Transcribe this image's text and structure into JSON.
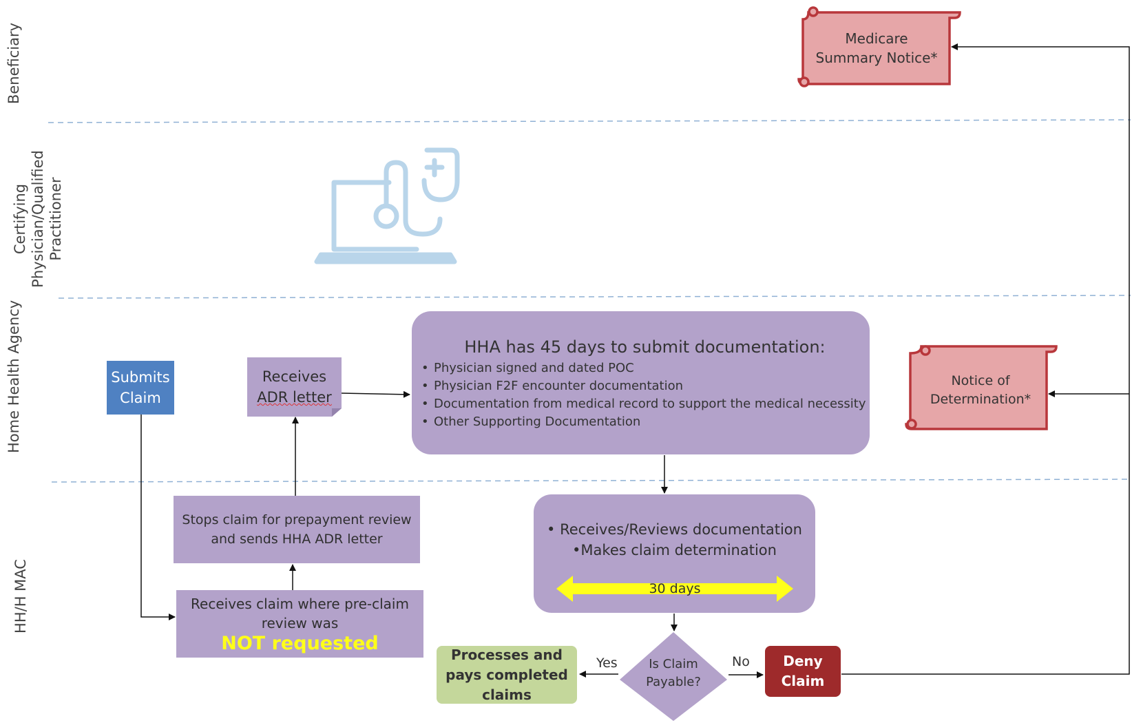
{
  "lanes": {
    "beneficiary": "Beneficiary",
    "physician_line1": "Certifying",
    "physician_line2": "Physician/Qualified",
    "physician_line3": "Practitioner",
    "hha": "Home Health Agency",
    "mac": "HH/H  MAC"
  },
  "nodes": {
    "submits_line1": "Submits",
    "submits_line2": "Claim",
    "adr_line1": "Receives",
    "adr_line2": "ADR letter",
    "hha45_title": "HHA has 45 days to submit documentation:",
    "hha45_items": [
      "Physician signed and dated POC",
      "Physician F2F encounter documentation",
      "Documentation from medical record to support the medical necessity",
      "Other Supporting Documentation"
    ],
    "stops_line1": "Stops claim for prepayment review",
    "stops_line2": "and sends HHA ADR letter",
    "receives_claim_line1": "Receives claim where pre-claim",
    "receives_claim_line2": "review was",
    "receives_claim_highlight": "NOT requested",
    "reviews_line1": "• Receives/Reviews documentation",
    "reviews_line2": "•Makes claim determination",
    "thirty_days": "30 days",
    "decision_line1": "Is Claim",
    "decision_line2": "Payable?",
    "yes": "Yes",
    "no": "No",
    "processes_line1": "Processes and",
    "processes_line2": "pays completed",
    "processes_line3": "claims",
    "deny_line1": "Deny",
    "deny_line2": "Claim",
    "msn_line1": "Medicare",
    "msn_line2": "Summary Notice*",
    "nod_line1": "Notice of",
    "nod_line2": "Determination*"
  },
  "colors": {
    "purple": "#b3a2ca",
    "blue": "#4f81c2",
    "green": "#c4d79b",
    "deny": "#9e2a2b",
    "scroll_fill": "#e6a6a8",
    "scroll_stroke": "#b8373b",
    "highlight_yellow": "#ffff19",
    "lane_divider": "#8fb0d4",
    "icon": "#b9d5ea"
  },
  "icons": {
    "physician_icon": "laptop-stethoscope-icon"
  }
}
